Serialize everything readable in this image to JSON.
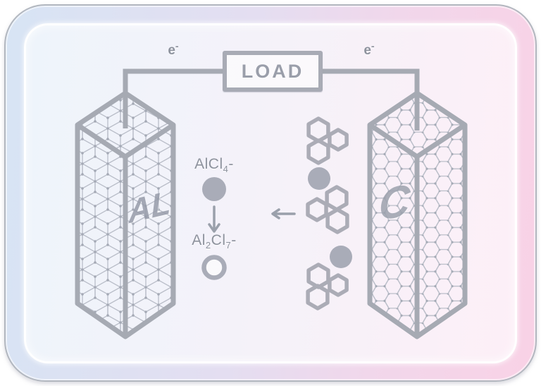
{
  "load": {
    "label": "LOAD"
  },
  "electrons": {
    "base": "e",
    "charge": "-"
  },
  "electrodes": {
    "anode_label": "AL",
    "cathode_label": "C"
  },
  "ions": {
    "oxidized": {
      "base": "AlCl",
      "sub": "4",
      "charge": "-"
    },
    "reduced": {
      "b1": "Al",
      "s1": "2",
      "b2": "Cl",
      "s2": "7",
      "charge": "-"
    }
  },
  "colors": {
    "band_blue": "#d7e4f4",
    "band_pink": "#f9d2e6",
    "panel_blue": "#eef4fb",
    "panel_pink": "#fdeff7",
    "wire_gray": "#a6aab3",
    "lattice_gray": "#b9bdc8",
    "ion_gray": "#a9acb8",
    "text_gray": "#8d929d"
  }
}
